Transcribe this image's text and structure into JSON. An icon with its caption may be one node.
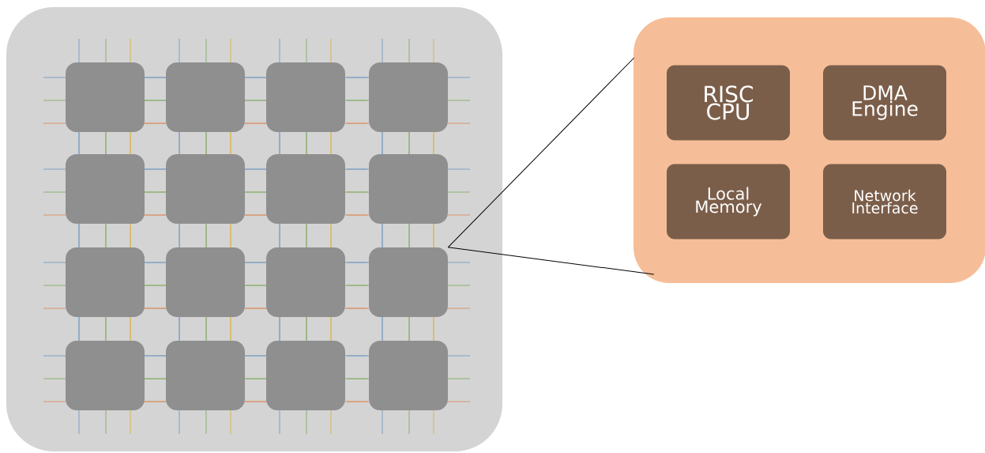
{
  "diagram": {
    "nodes": [
      {
        "text": [],
        "shape": "box"
      },
      {
        "text": [],
        "shape": "box",
        "in": 0
      },
      {
        "text": [],
        "shape": "box",
        "in": 0
      },
      {
        "text": [],
        "shape": "box",
        "in": 0
      },
      {
        "text": [],
        "shape": "box",
        "in": 0
      },
      {
        "text": [],
        "shape": "box",
        "in": 0
      },
      {
        "text": [],
        "shape": "box",
        "in": 0
      },
      {
        "text": [],
        "shape": "box",
        "in": 0
      },
      {
        "text": [],
        "shape": "box",
        "in": 0
      },
      {
        "text": [],
        "shape": "box",
        "in": 0
      },
      {
        "text": [],
        "shape": "box",
        "in": 0
      },
      {
        "text": [],
        "shape": "box",
        "in": 0
      },
      {
        "text": [],
        "shape": "box",
        "in": 0
      },
      {
        "text": [],
        "shape": "box",
        "in": 0
      },
      {
        "text": [],
        "shape": "box",
        "in": 0
      },
      {
        "text": [],
        "shape": "box",
        "in": 0
      },
      {
        "text": [],
        "shape": "box",
        "in": 0
      },
      {
        "text": [],
        "shape": "box"
      },
      {
        "text": [
          "RISC CPU"
        ],
        "in": 17
      },
      {
        "text": [
          "DMA Engine"
        ],
        "in": 17
      },
      {
        "text": [
          "Local Memory"
        ],
        "in": 17
      },
      {
        "text": [
          "Network Interface"
        ],
        "in": 17
      }
    ],
    "edges": [
      {
        "from": 12,
        "to": 17,
        "arrow": "none"
      },
      {
        "from": 12,
        "to": 17,
        "arrow": "none"
      }
    ]
  }
}
